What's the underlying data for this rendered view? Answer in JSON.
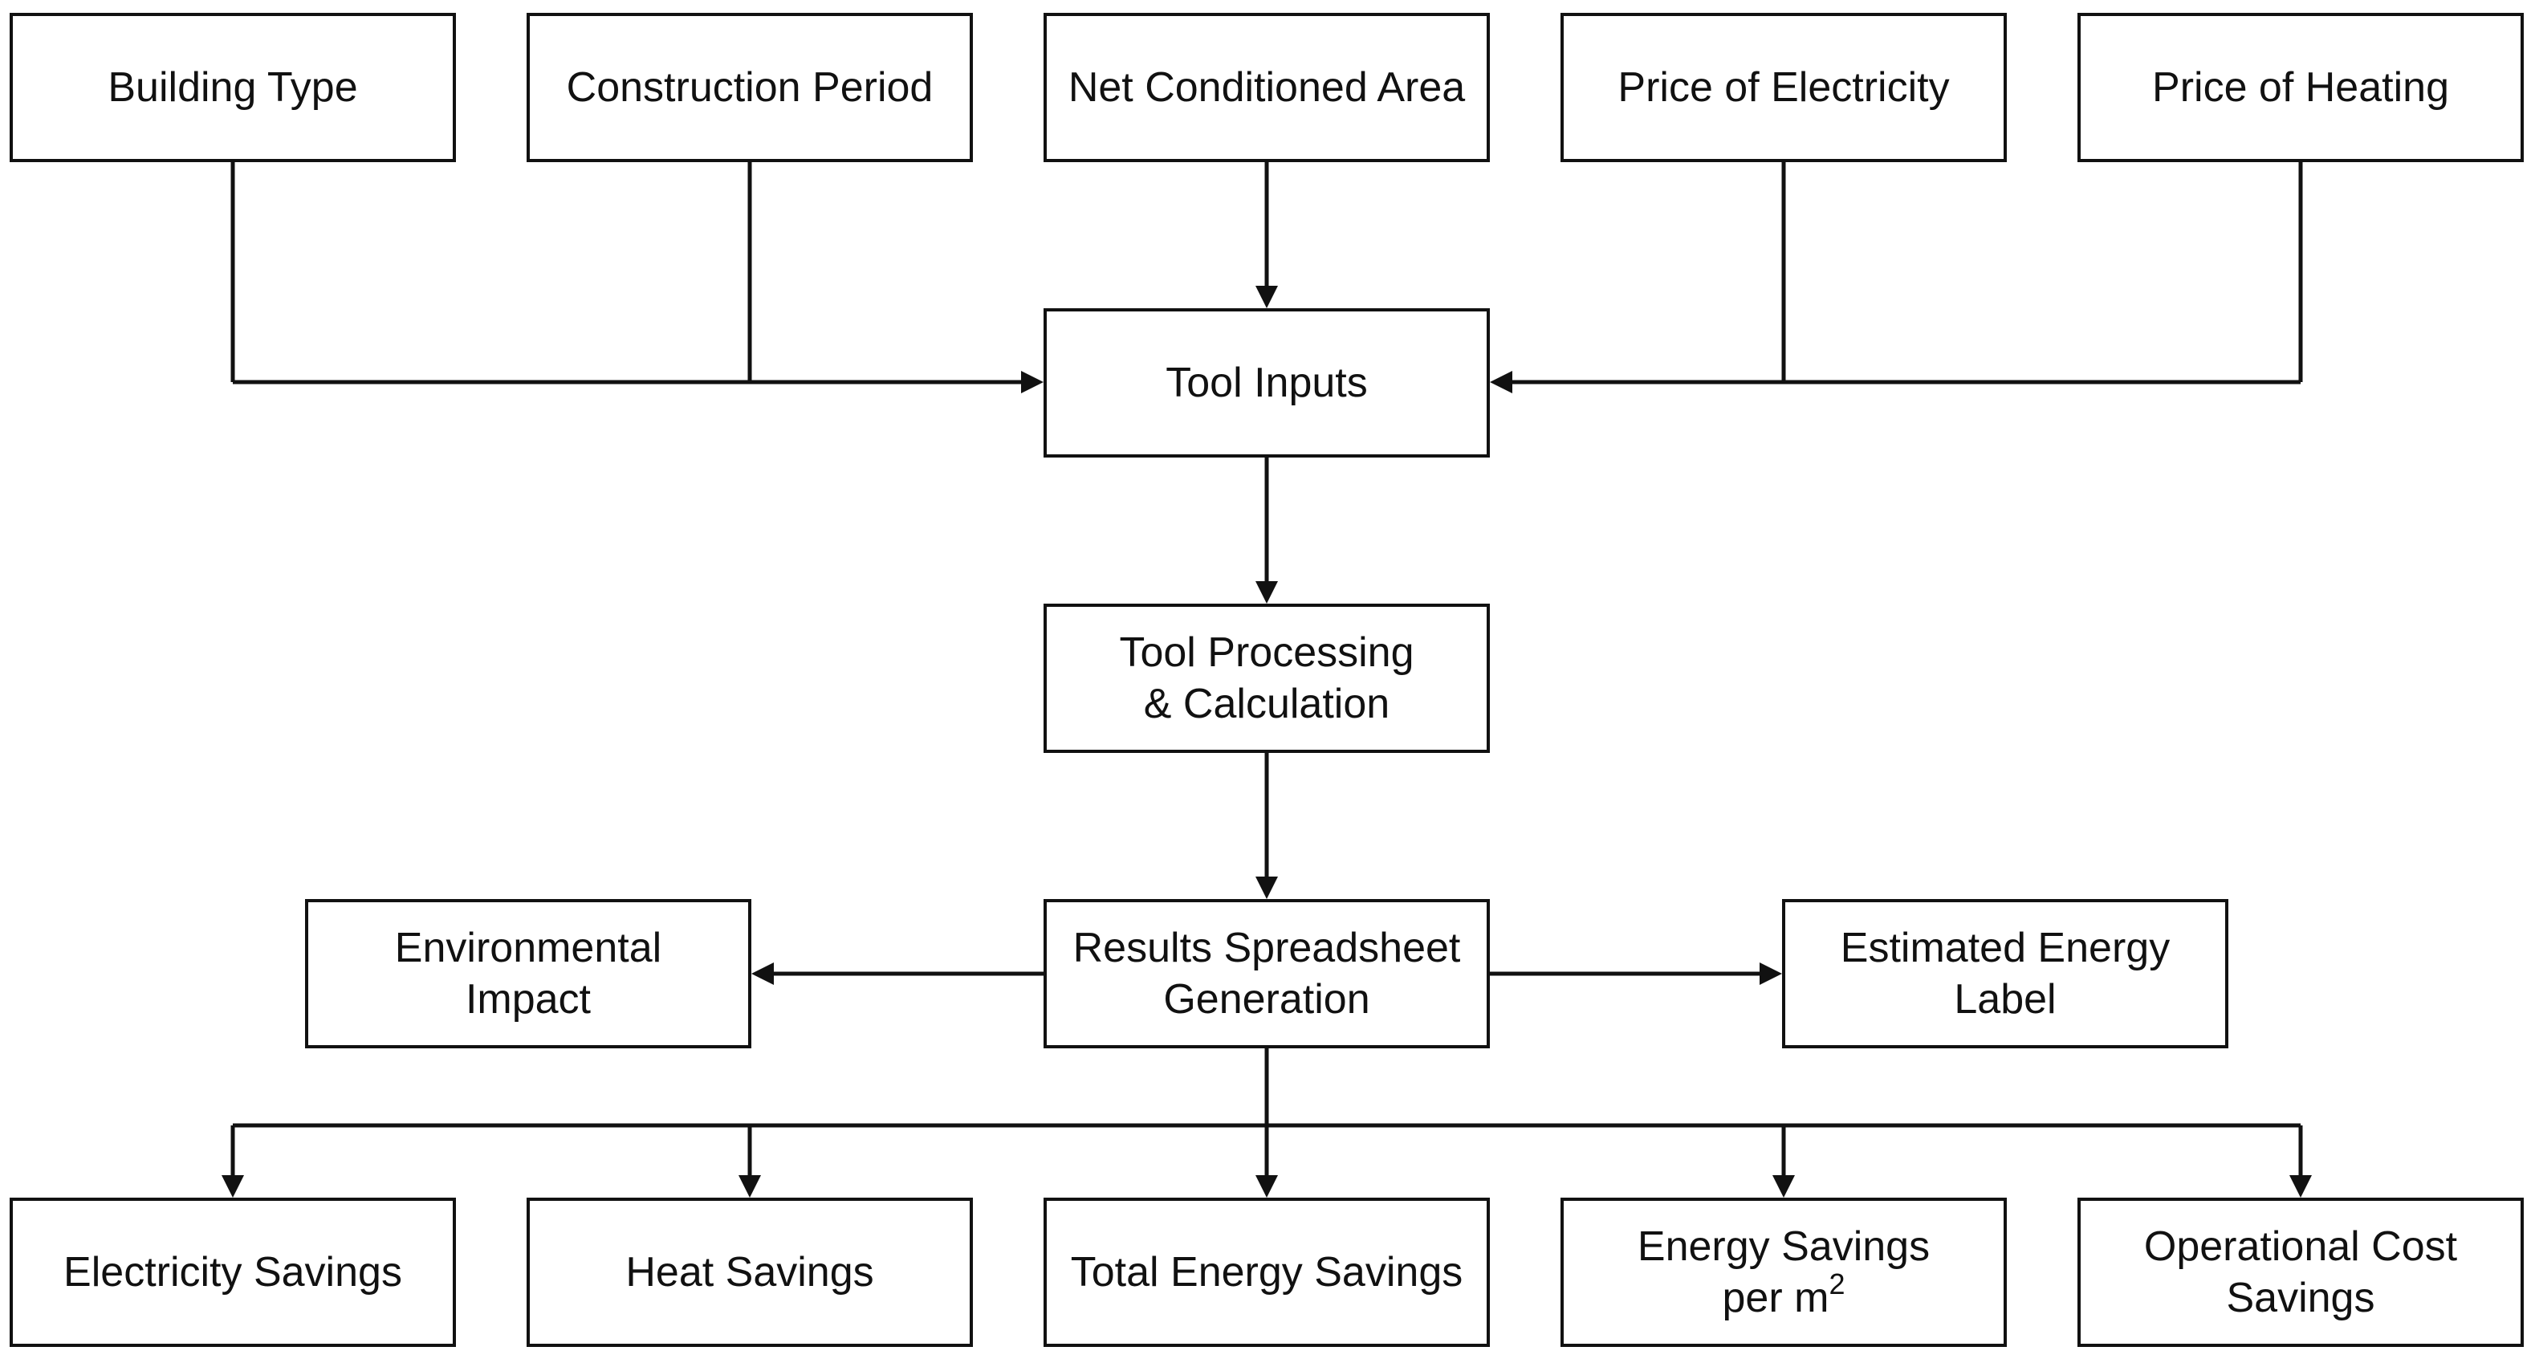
{
  "inputs": {
    "building_type": "Building Type",
    "construction_period": "Construction Period",
    "net_conditioned_area": "Net Conditioned Area",
    "price_of_electricity": "Price of Electricity",
    "price_of_heating": "Price of Heating"
  },
  "process": {
    "tool_inputs": "Tool Inputs",
    "tool_processing_line1": "Tool Processing",
    "tool_processing_line2": "& Calculation",
    "results_line1": "Results Spreadsheet",
    "results_line2": "Generation"
  },
  "side_outputs": {
    "environmental_line1": "Environmental",
    "environmental_line2": "Impact",
    "energy_label_line1": "Estimated Energy",
    "energy_label_line2": "Label"
  },
  "outputs": {
    "electricity_savings": "Electricity Savings",
    "heat_savings": "Heat Savings",
    "total_energy_savings": "Total Energy Savings",
    "energy_per_m2_line1": "Energy Savings",
    "energy_per_m2_line2": "per m",
    "energy_per_m2_sup": "2",
    "operational_line1": "Operational Cost",
    "operational_line2": "Savings"
  },
  "colors": {
    "stroke": "#111111",
    "background": "#ffffff"
  }
}
